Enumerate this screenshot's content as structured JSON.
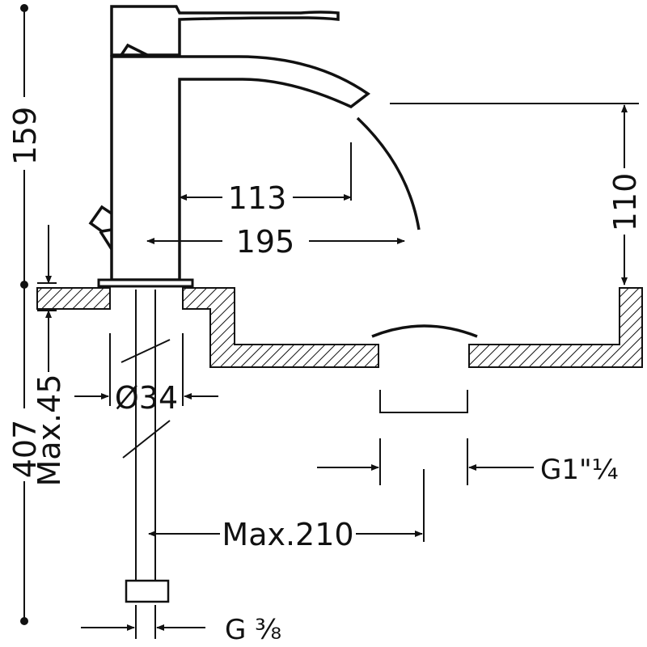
{
  "dimensions": {
    "total_height": "407",
    "faucet_height": "159",
    "max_thickness": "Max.45",
    "spout_reach": "113",
    "stream_reach": "195",
    "stream_height": "110",
    "base_diameter": "Ø34",
    "drain_thread": "G1\"¼",
    "hose_length": "Max.210",
    "inlet_thread": "G ⅜"
  }
}
